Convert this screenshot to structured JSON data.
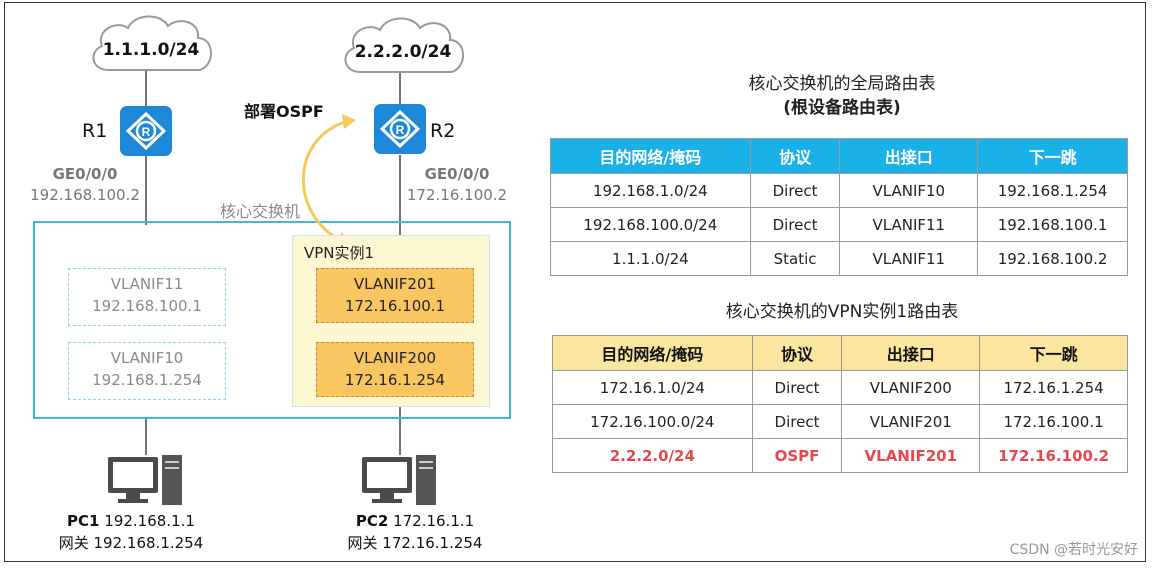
{
  "clouds": [
    {
      "label": "1.1.1.0/24"
    },
    {
      "label": "2.2.2.0/24"
    }
  ],
  "routers": [
    {
      "name": "R1",
      "port": "GE0/0/0",
      "ip": "192.168.100.2"
    },
    {
      "name": "R2",
      "port": "GE0/0/0",
      "ip": "172.16.100.2"
    }
  ],
  "ospf_label": "部署OSPF",
  "core_switch_label": "核心交换机",
  "vpn_instance_label": "VPN实例1",
  "global_vlanifs": [
    {
      "name": "VLANIF11",
      "ip": "192.168.100.1"
    },
    {
      "name": "VLANIF10",
      "ip": "192.168.1.254"
    }
  ],
  "vpn_vlanifs": [
    {
      "name": "VLANIF201",
      "ip": "172.16.100.1"
    },
    {
      "name": "VLANIF200",
      "ip": "172.16.1.254"
    }
  ],
  "pcs": [
    {
      "name": "PC1",
      "ip": "192.168.1.1",
      "gateway_label": "网关",
      "gateway": "192.168.1.254"
    },
    {
      "name": "PC2",
      "ip": "172.16.1.1",
      "gateway_label": "网关",
      "gateway": "172.16.1.254"
    }
  ],
  "global_table": {
    "title_line1": "核心交换机的全局路由表",
    "title_line2": "(根设备路由表)",
    "headers": [
      "目的网络/掩码",
      "协议",
      "出接口",
      "下一跳"
    ],
    "rows": [
      [
        "192.168.1.0/24",
        "Direct",
        "VLANIF10",
        "192.168.1.254"
      ],
      [
        "192.168.100.0/24",
        "Direct",
        "VLANIF11",
        "192.168.100.1"
      ],
      [
        "1.1.1.0/24",
        "Static",
        "VLANIF11",
        "192.168.100.2"
      ]
    ]
  },
  "vpn_table": {
    "title": "核心交换机的VPN实例1路由表",
    "headers": [
      "目的网络/掩码",
      "协议",
      "出接口",
      "下一跳"
    ],
    "rows": [
      [
        "172.16.1.0/24",
        "Direct",
        "VLANIF200",
        "172.16.1.254"
      ],
      [
        "172.16.100.0/24",
        "Direct",
        "VLANIF201",
        "172.16.100.1"
      ],
      [
        "2.2.2.0/24",
        "OSPF",
        "VLANIF201",
        "172.16.100.2"
      ]
    ],
    "highlight_row": 2,
    "highlight_color": "#e8484c"
  },
  "colors": {
    "router": "#1e88d8",
    "switch_border": "#3cb8e3",
    "vpn_fill": "#fdf7d2",
    "vlanif_fill": "#f9c661",
    "global_header": "#1ab0e8",
    "vpn_header": "#fbe6a0",
    "ospf_arrow": "#f7c85a"
  },
  "watermark": "CSDN @若时光安好"
}
